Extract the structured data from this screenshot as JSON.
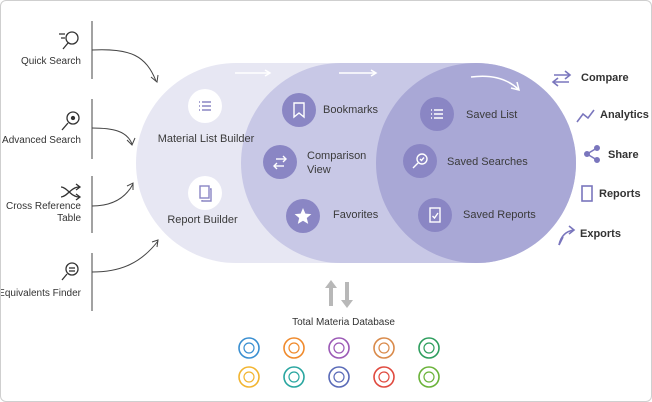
{
  "left_tools": [
    {
      "label": "Quick Search",
      "icon": "search-icon"
    },
    {
      "label": "Advanced Search",
      "icon": "advanced-search-icon"
    },
    {
      "label": "Cross Reference Table",
      "icon": "shuffle-icon"
    },
    {
      "label": "Equivalents Finder",
      "icon": "equivalents-icon"
    }
  ],
  "pill": {
    "left": [
      {
        "label": "Material List Builder",
        "icon": "list-icon"
      },
      {
        "label": "Report Builder",
        "icon": "copy-icon"
      }
    ],
    "middle": [
      {
        "label": "Bookmarks",
        "icon": "bookmark-icon"
      },
      {
        "label": "Comparison View",
        "icon": "compare-icon"
      },
      {
        "label": "Favorites",
        "icon": "star-icon"
      }
    ],
    "right": [
      {
        "label": "Saved List",
        "icon": "list-icon"
      },
      {
        "label": "Saved Searches",
        "icon": "search-icon"
      },
      {
        "label": "Saved Reports",
        "icon": "report-icon"
      }
    ]
  },
  "right_actions": [
    {
      "label": "Compare",
      "icon": "compare-icon"
    },
    {
      "label": "Analytics",
      "icon": "analytics-icon"
    },
    {
      "label": "Share",
      "icon": "share-icon"
    },
    {
      "label": "Reports",
      "icon": "reports-icon"
    },
    {
      "label": "Exports",
      "icon": "export-icon"
    }
  ],
  "database": {
    "label": "Total Materia Database",
    "icons": [
      {
        "name": "db-icon-1",
        "color": "#3a8fd1"
      },
      {
        "name": "db-icon-2",
        "color": "#f08a2c"
      },
      {
        "name": "db-icon-3",
        "color": "#9b59b6"
      },
      {
        "name": "db-icon-4",
        "color": "#d98a4a"
      },
      {
        "name": "db-icon-5",
        "color": "#2e9e5e"
      },
      {
        "name": "db-icon-6",
        "color": "#f2b531"
      },
      {
        "name": "db-icon-7",
        "color": "#2aa6a0"
      },
      {
        "name": "db-icon-8",
        "color": "#5a6bb8"
      },
      {
        "name": "db-icon-9",
        "color": "#e04a3f"
      },
      {
        "name": "db-icon-10",
        "color": "#6bb33a"
      }
    ]
  },
  "colors": {
    "pill_outer": "#e7e7f3",
    "pill_mid": "#c8c8e6",
    "pill_inner": "#a9a8d6",
    "icon_fill": "#8a86c4",
    "accent": "#7a76bd"
  }
}
